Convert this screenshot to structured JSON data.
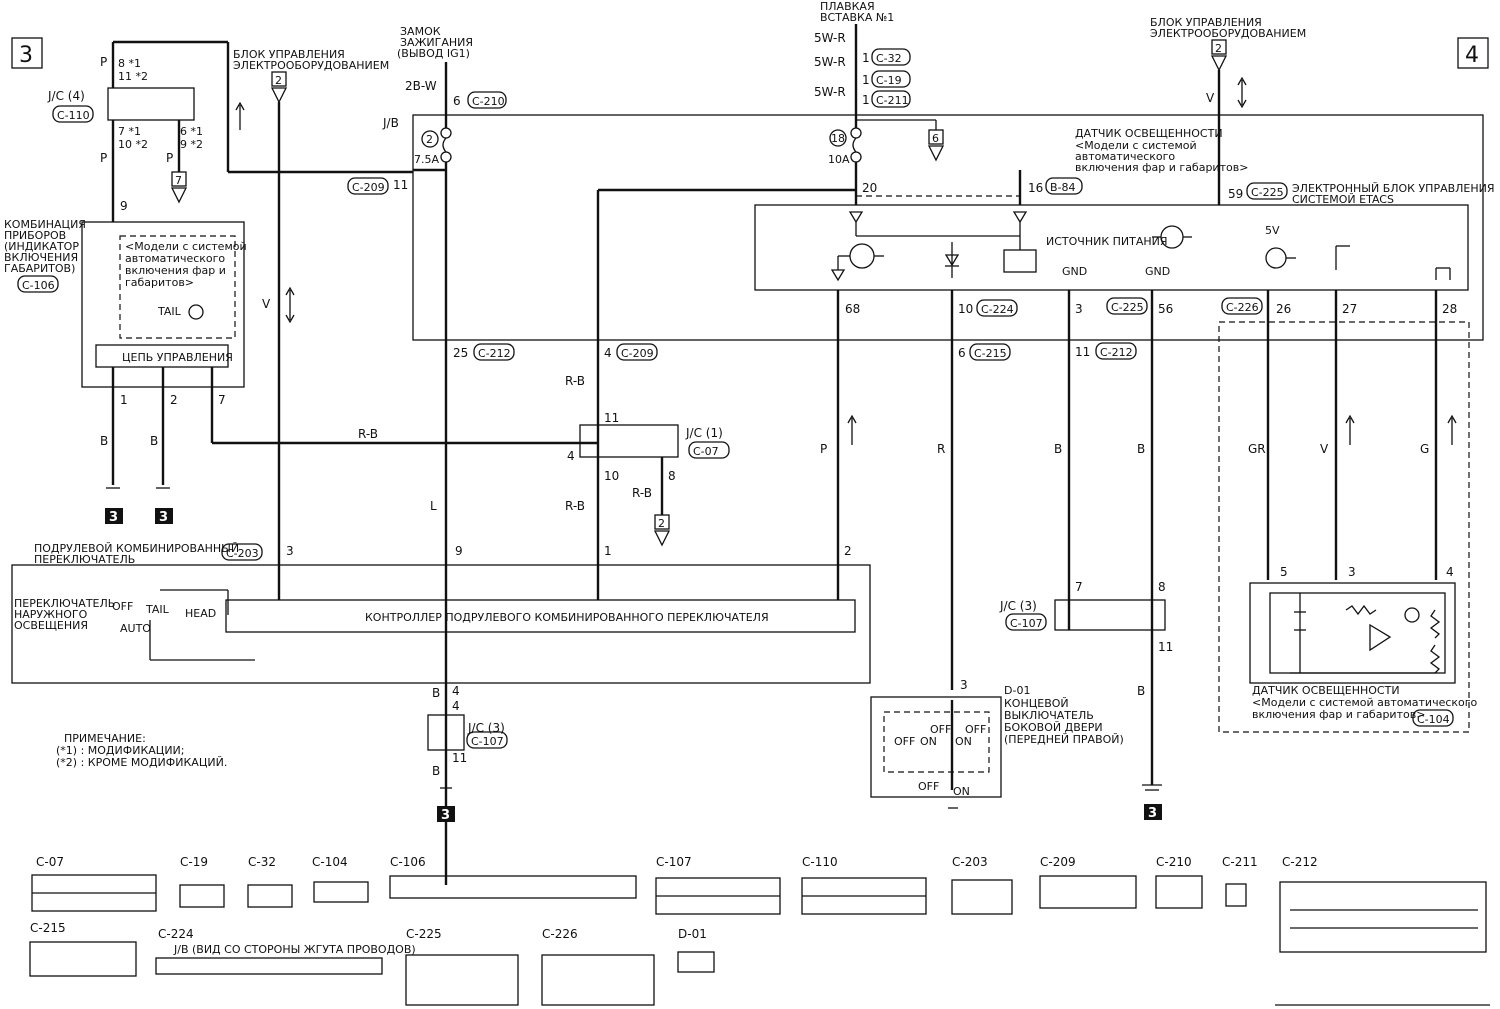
{
  "page_labels": {
    "left": "3",
    "right": "4"
  },
  "components": {
    "ignition_switch": "ЗАМОК ЗАЖИГАНИЯ (ВЫВОД IG1)",
    "fusible_link": "ПЛАВКАЯ ВСТАВКА №1",
    "electrical_control_top_left": "БЛОК УПРАВЛЕНИЯ ЭЛЕКТРООБОРУДОВАНИЕМ",
    "electrical_control_top_right": "БЛОК УПРАВЛЕНИЯ ЭЛЕКТРООБОРУДОВАНИЕМ",
    "jb": "J/B",
    "fuse_2": "2",
    "fuse_2_rating": "7.5A",
    "fuse_18": "18",
    "fuse_18_rating": "10A",
    "light_sensor_top": "ДАТЧИК ОСВЕЩЕННОСТИ",
    "light_sensor_top_note": "<Модели с системой автоматического включения фар и габаритов>",
    "etacs": "ЭЛЕКТРОННЫЙ БЛОК УПРАВЛЕНИЯ СИСТЕМОЙ ETACS",
    "power_source": "ИСТОЧНИК ПИТАНИЯ",
    "combination_meter": "КОМБИНАЦИЯ ПРИБОРОВ (ИНДИКАТОР ВКЛЮЧЕНИЯ ГАБАРИТОВ)",
    "combination_meter_connector": "C-106",
    "meter_note": "<Модели с системой автоматического включения фар и габаритов>",
    "meter_tail": "TAIL",
    "meter_control": "ЦЕПЬ УПРАВЛЕНИЯ",
    "jc4": "J/C (4)",
    "jc4_connector": "C-110",
    "jc1": "J/C (1)",
    "jc1_connector": "C-07",
    "jc3": "J/C (3)",
    "jc3_connector": "C-107",
    "column_switch": "ПОДРУЛЕВОЙ КОМБИНИРОВАННЫЙ ПЕРЕКЛЮЧАТЕЛЬ",
    "column_switch_connector": "C-203",
    "lighting_switch": "ПЕРЕКЛЮЧАТЕЛЬ НАРУЖНОГО ОСВЕЩЕНИЯ",
    "column_controller": "КОНТРОЛЛЕР ПОДРУЛЕВОГО КОМБИНИРОВАННОГО ПЕРЕКЛЮЧАТЕЛЯ",
    "switch_positions": {
      "off": "OFF",
      "tail": "TAIL",
      "head": "HEAD",
      "auto": "AUTO",
      "on": "ON"
    },
    "door_switch": "КОНЦЕВОЙ ВЫКЛЮЧАТЕЛЬ БОКОВОЙ ДВЕРИ (ПЕРЕДНЕЙ ПРАВОЙ)",
    "door_switch_connector": "D-01",
    "light_sensor_bottom": "ДАТЧИК ОСВЕЩЕННОСТИ",
    "light_sensor_bottom_note": "<Модели с системой автоматического включения фар и габаритов>",
    "light_sensor_bottom_connector": "C-104",
    "gnd": "GND",
    "five_v": "5V",
    "ground_ref": "3"
  },
  "notes": {
    "title": "ПРИМЕЧАНИЕ:",
    "n1": "(*1) : МОДИФИКАЦИИ;",
    "n2": "(*2) : КРОМЕ МОДИФИКАЦИЙ."
  },
  "wire_colors": {
    "ign": "2B-W",
    "fuse1": "5W-R",
    "fuse2": "5W-R",
    "fuse3": "5W-R",
    "p": "P",
    "v": "V",
    "l": "L",
    "rb": "R-B",
    "b": "B",
    "r": "R",
    "gr": "GR",
    "g": "G"
  },
  "connector_refs": [
    "C-32",
    "C-19",
    "C-211",
    "C-210",
    "C-209",
    "B-84",
    "C-225",
    "C-224",
    "C-212",
    "C-215",
    "C-226"
  ],
  "pins": {
    "jc4_top": "8 *1",
    "jc4_top2": "11 *2",
    "jc4_bl": "7 *1",
    "jc4_bl2": "10 *2",
    "jc4_br": "6 *1",
    "jc4_br2": "9 *2",
    "etacs_pins": [
      "68",
      "10",
      "3",
      "56",
      "26",
      "27",
      "28",
      "20",
      "16",
      "59",
      "11"
    ],
    "sensor_pins": [
      "5",
      "3",
      "4"
    ]
  },
  "connector_table": [
    {
      "name": "C-07"
    },
    {
      "name": "C-19"
    },
    {
      "name": "C-32"
    },
    {
      "name": "C-104"
    },
    {
      "name": "C-106"
    },
    {
      "name": "C-107"
    },
    {
      "name": "C-110"
    },
    {
      "name": "C-203"
    },
    {
      "name": "C-209"
    },
    {
      "name": "C-210"
    },
    {
      "name": "C-211"
    },
    {
      "name": "C-212"
    },
    {
      "name": "C-215"
    },
    {
      "name": "C-224"
    },
    {
      "name": "C-225"
    },
    {
      "name": "C-226"
    },
    {
      "name": "D-01"
    }
  ],
  "jb_view_caption": "J/B (ВИД СО СТОРОНЫ ЖГУТА ПРОВОДОВ)"
}
